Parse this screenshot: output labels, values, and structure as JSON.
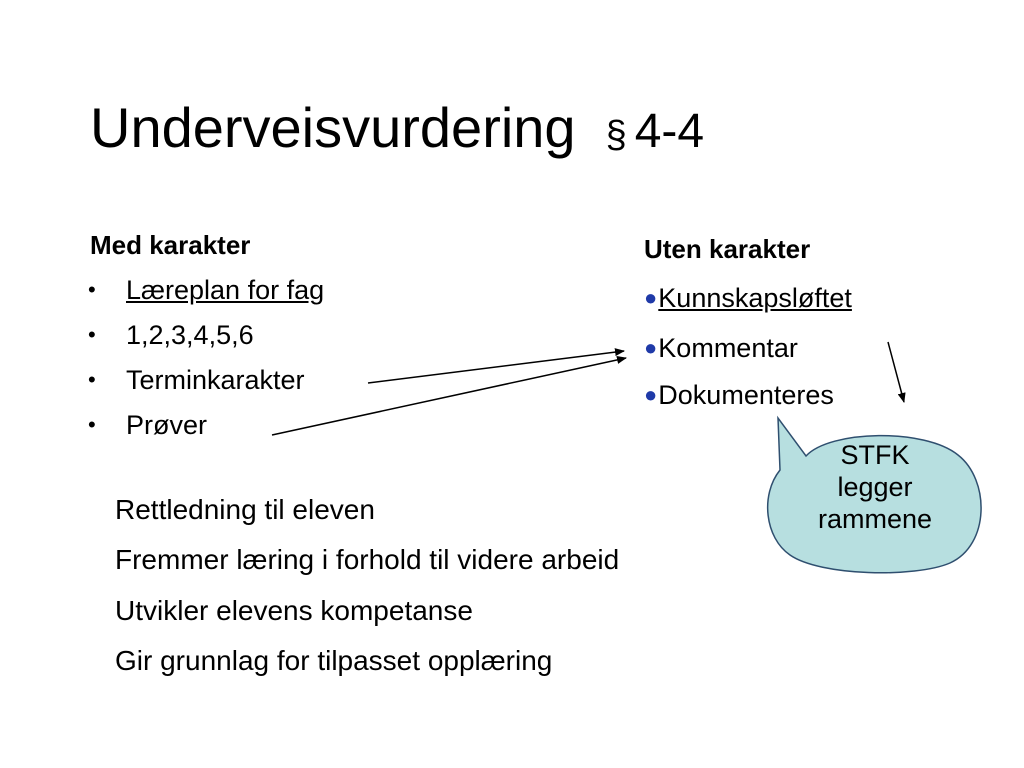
{
  "slide": {
    "title": "Underveisvurdering",
    "section_sign": "§",
    "section_number": "4-4"
  },
  "left_column": {
    "heading": "Med karakter",
    "bullet_symbol": "•",
    "items": [
      {
        "text": "Læreplan for fag",
        "underlined": true
      },
      {
        "text": "1,2,3,4,5,6",
        "underlined": false
      },
      {
        "text": "Terminkarakter",
        "underlined": false
      },
      {
        "text": "Prøver",
        "underlined": false
      }
    ]
  },
  "right_column": {
    "heading": "Uten karakter",
    "bullet_symbol": "●",
    "items": [
      {
        "text": "Kunnskapsløftet",
        "underlined": true
      },
      {
        "text": "Kommentar",
        "underlined": false
      },
      {
        "text": "Dokumenteres",
        "underlined": false
      }
    ],
    "bullet_color": "#1f3aa8"
  },
  "callout": {
    "lines": [
      "STFK",
      "legger",
      "rammene"
    ],
    "fill": "#b7dfe0",
    "stroke": "#2f4f6f"
  },
  "purposes": [
    "Rettledning til eleven",
    "Fremmer læring i forhold til videre arbeid",
    "Utvikler elevens kompetanse",
    "Gir grunnlag for tilpasset opplæring"
  ]
}
